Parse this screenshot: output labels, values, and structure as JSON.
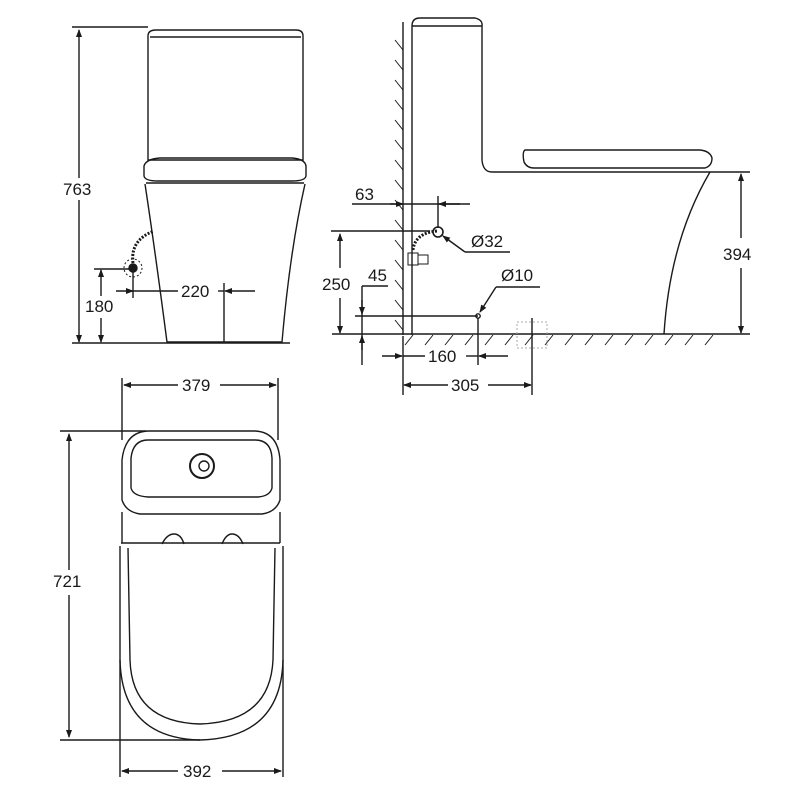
{
  "drawing": {
    "type": "technical-dimension-drawing",
    "subject": "one-piece toilet",
    "units_shown": false,
    "line_color": "#1a1a1a",
    "background": "#ffffff"
  },
  "views": {
    "front": {
      "dimensions": {
        "overall_height": "763",
        "inlet_height": "180",
        "inlet_offset": "220"
      }
    },
    "side": {
      "dimensions": {
        "inlet_from_wall": "63",
        "flush_pipe_diameter": "Ø32",
        "inlet_height": "250",
        "small_offset": "45",
        "outlet_diameter": "Ø10",
        "outlet_from_wall": "160",
        "rough_in": "305",
        "seat_height": "394"
      }
    },
    "top": {
      "dimensions": {
        "tank_width": "379",
        "overall_length": "721",
        "bowl_width": "392"
      }
    }
  }
}
